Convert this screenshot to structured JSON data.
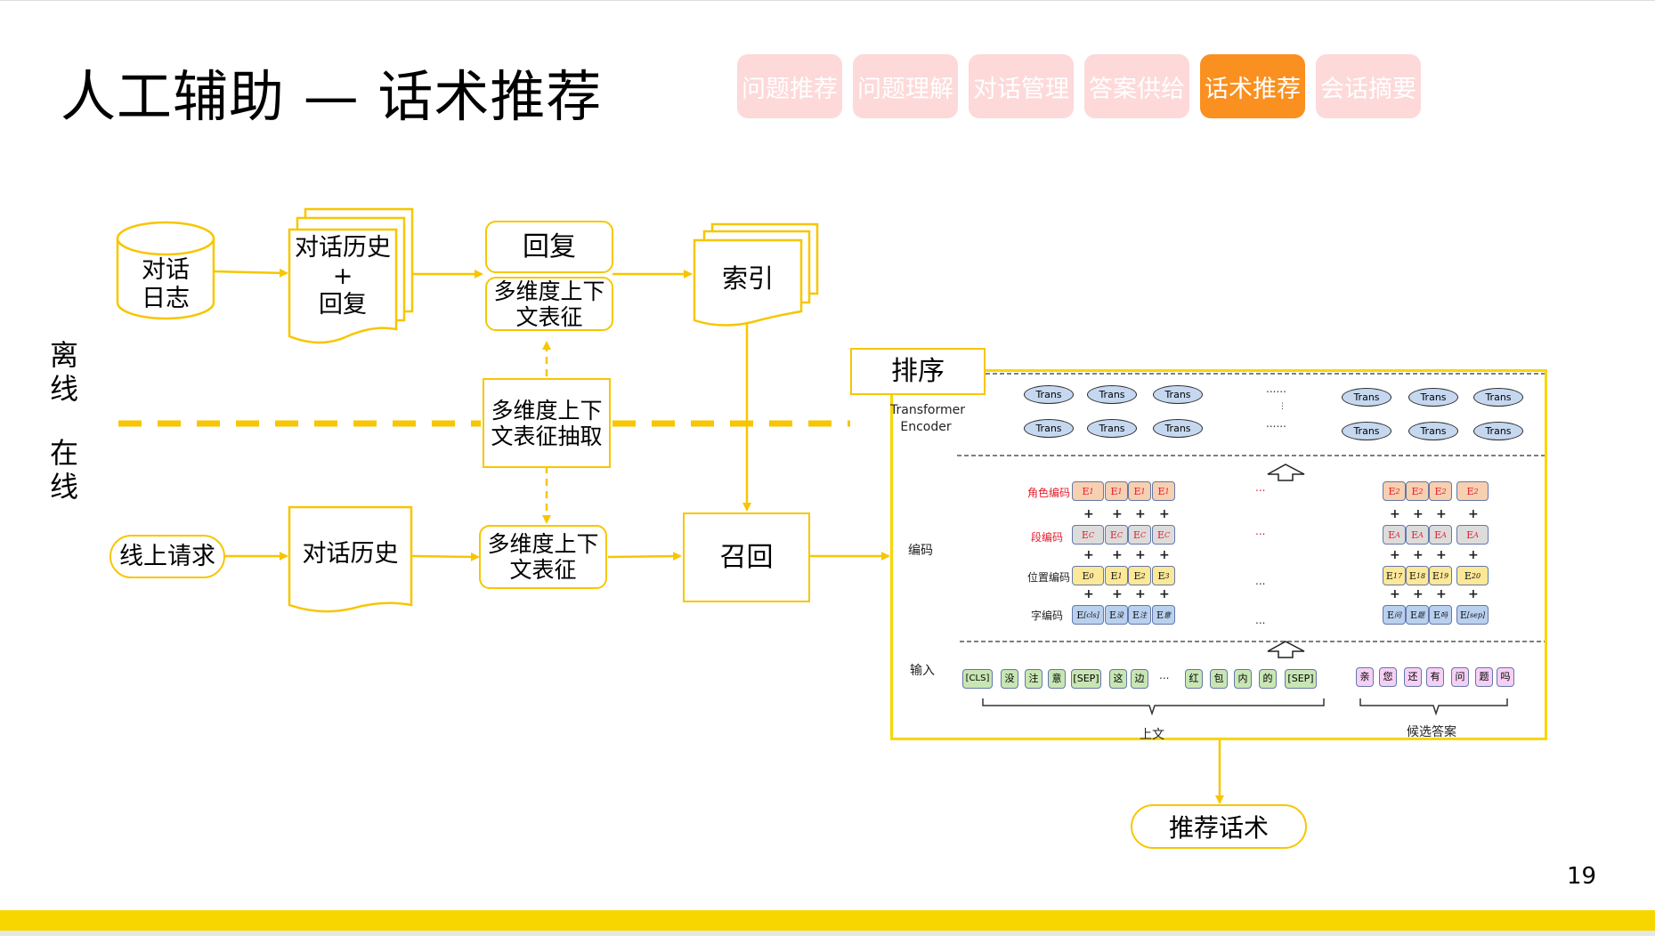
{
  "header": {
    "title": "人工辅助 — 话术推荐",
    "tabs": [
      {
        "label": "问题推荐",
        "active": false
      },
      {
        "label": "问题理解",
        "active": false
      },
      {
        "label": "对话管理",
        "active": false
      },
      {
        "label": "答案供给",
        "active": false
      },
      {
        "label": "话术推荐",
        "active": true
      },
      {
        "label": "会话摘要",
        "active": false
      }
    ],
    "colors": {
      "tab_inactive": "#fdd9d9",
      "tab_active": "#fa9020",
      "accent": "#f7c600",
      "footer": "#f7d600"
    }
  },
  "side_labels": {
    "offline": "离线",
    "online": "在线"
  },
  "flow": {
    "dialog_log": "对话\n日志",
    "history_reply_line1": "对话历史",
    "history_reply_plus": "+",
    "history_reply_line2": "回复",
    "reply": "回复",
    "multi_repr_top": "多维度上下\n文表征",
    "index": "索引",
    "extract": "多维度上下\n文表征抽取",
    "online_request": "线上请求",
    "dialog_history": "对话历史",
    "multi_repr_bottom": "多维度上下\n文表征",
    "recall": "召回",
    "rank": "排序",
    "result": "推荐话术"
  },
  "model": {
    "encoder_label": "Transformer\nEncoder",
    "trans_label": "Trans",
    "trans_dots": "......",
    "encode_label": "编码",
    "input_label": "输入",
    "rows": {
      "role": {
        "label": "角色编码",
        "left": [
          "E1",
          "E1",
          "E1",
          "E1"
        ],
        "right": [
          "E2",
          "E2",
          "E2",
          "E2"
        ]
      },
      "segment": {
        "label": "段编码",
        "left": [
          "EC",
          "EC",
          "EC",
          "EC"
        ],
        "right": [
          "EA",
          "EA",
          "EA",
          "EA"
        ]
      },
      "position": {
        "label": "位置编码",
        "left": [
          "E0",
          "E1",
          "E2",
          "E3"
        ],
        "right": [
          "E17",
          "E18",
          "E19",
          "E20"
        ]
      },
      "token": {
        "label": "字编码",
        "left": [
          "E[cls]",
          "E没",
          "E注",
          "E意"
        ],
        "right": [
          "E问",
          "E题",
          "E吗",
          "E[sep]"
        ]
      }
    },
    "row_dots": "...",
    "plus": "+",
    "context_tokens": [
      "[CLS]",
      "没",
      "注",
      "意",
      "[SEP]",
      "这",
      "边",
      "...",
      "红",
      "包",
      "内",
      "的",
      "[SEP]"
    ],
    "candidate_tokens": [
      "亲",
      "您",
      "还",
      "有",
      "问",
      "题",
      "吗"
    ],
    "context_caption": "上文",
    "candidate_caption": "候选答案"
  },
  "page_number": "19"
}
